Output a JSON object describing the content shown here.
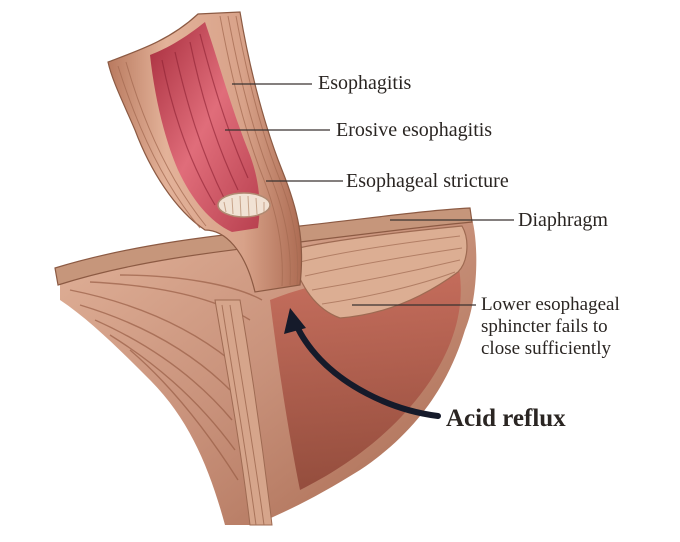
{
  "figure": {
    "labels": {
      "esophagitis": "Esophagitis",
      "erosive": "Erosive esophagitis",
      "stricture": "Esophageal stricture",
      "diaphragm": "Diaphragm",
      "les_line1": "Lower esophageal",
      "les_line2": "sphincter fails to",
      "les_line3": "close sufficiently",
      "acid_reflux": "Acid reflux"
    },
    "colors": {
      "muscle_light": "#d9a286",
      "muscle_mid": "#c48a6e",
      "muscle_dark": "#9e5f45",
      "mucosa_red": "#c8404f",
      "mucosa_pink": "#e27d86",
      "diaphragm_band": "#b88a6e",
      "arrow": "#151a2a",
      "leader_line": "#3a3330"
    }
  }
}
